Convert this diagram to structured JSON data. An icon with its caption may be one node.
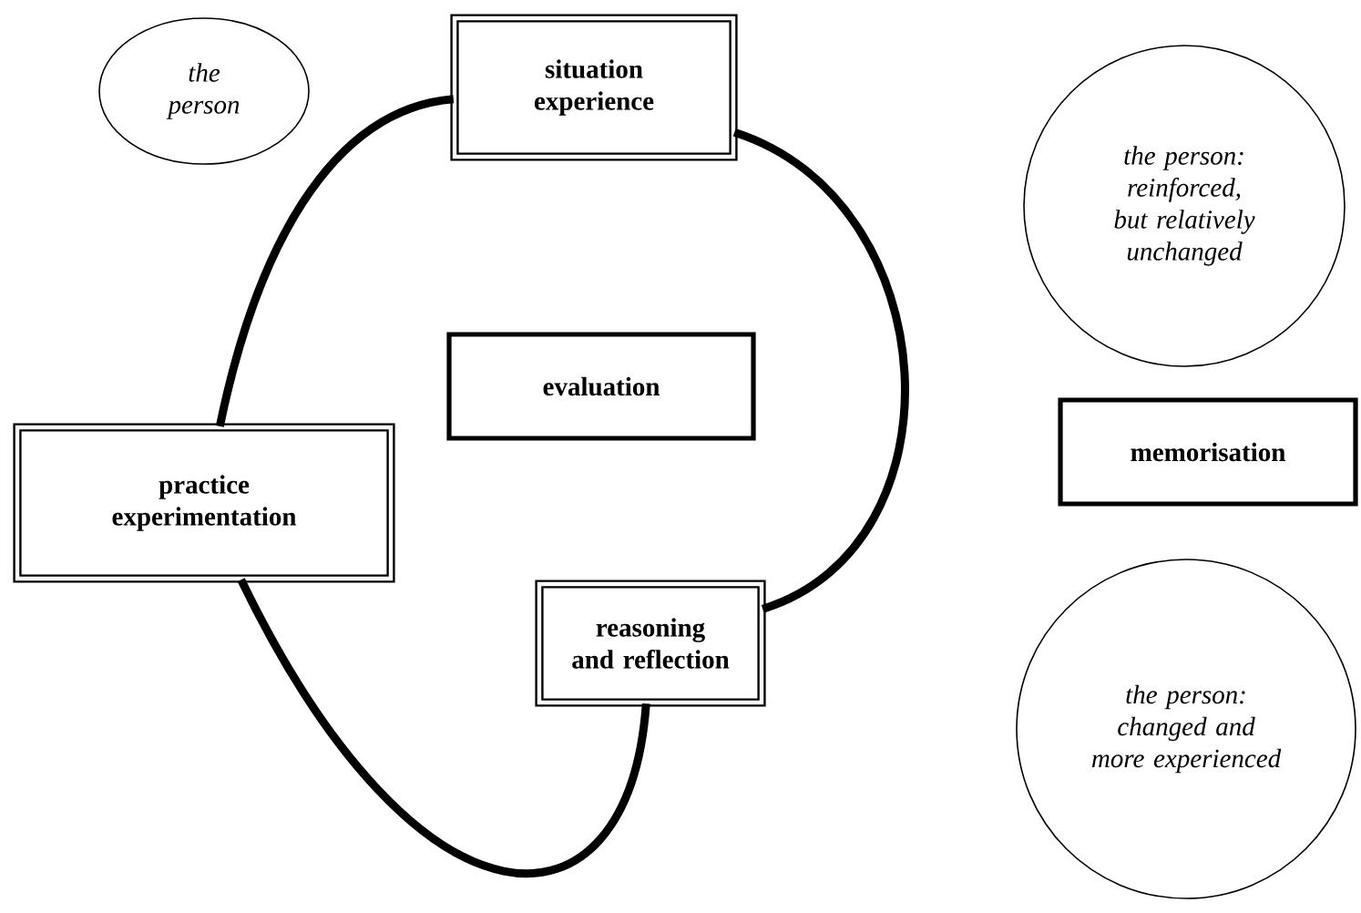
{
  "diagram": {
    "nodes": [
      {
        "text": [
          "the person"
        ]
      },
      {
        "text": [
          "situation experience"
        ]
      },
      {
        "text": [
          "the person: reinforced, but relatively unchanged"
        ]
      },
      {
        "text": [
          "evaluation"
        ]
      },
      {
        "text": [
          "memorisation"
        ]
      },
      {
        "text": [
          "practice experimentation"
        ]
      },
      {
        "text": [
          "reasoning and reflection"
        ]
      },
      {
        "text": [
          "the person: changed and more experienced"
        ]
      }
    ],
    "edges": [
      {
        "from": 1,
        "to": 6,
        "arrow": "none"
      },
      {
        "from": 6,
        "to": 5,
        "arrow": "none"
      },
      {
        "from": 5,
        "to": 1,
        "arrow": "none"
      }
    ]
  }
}
